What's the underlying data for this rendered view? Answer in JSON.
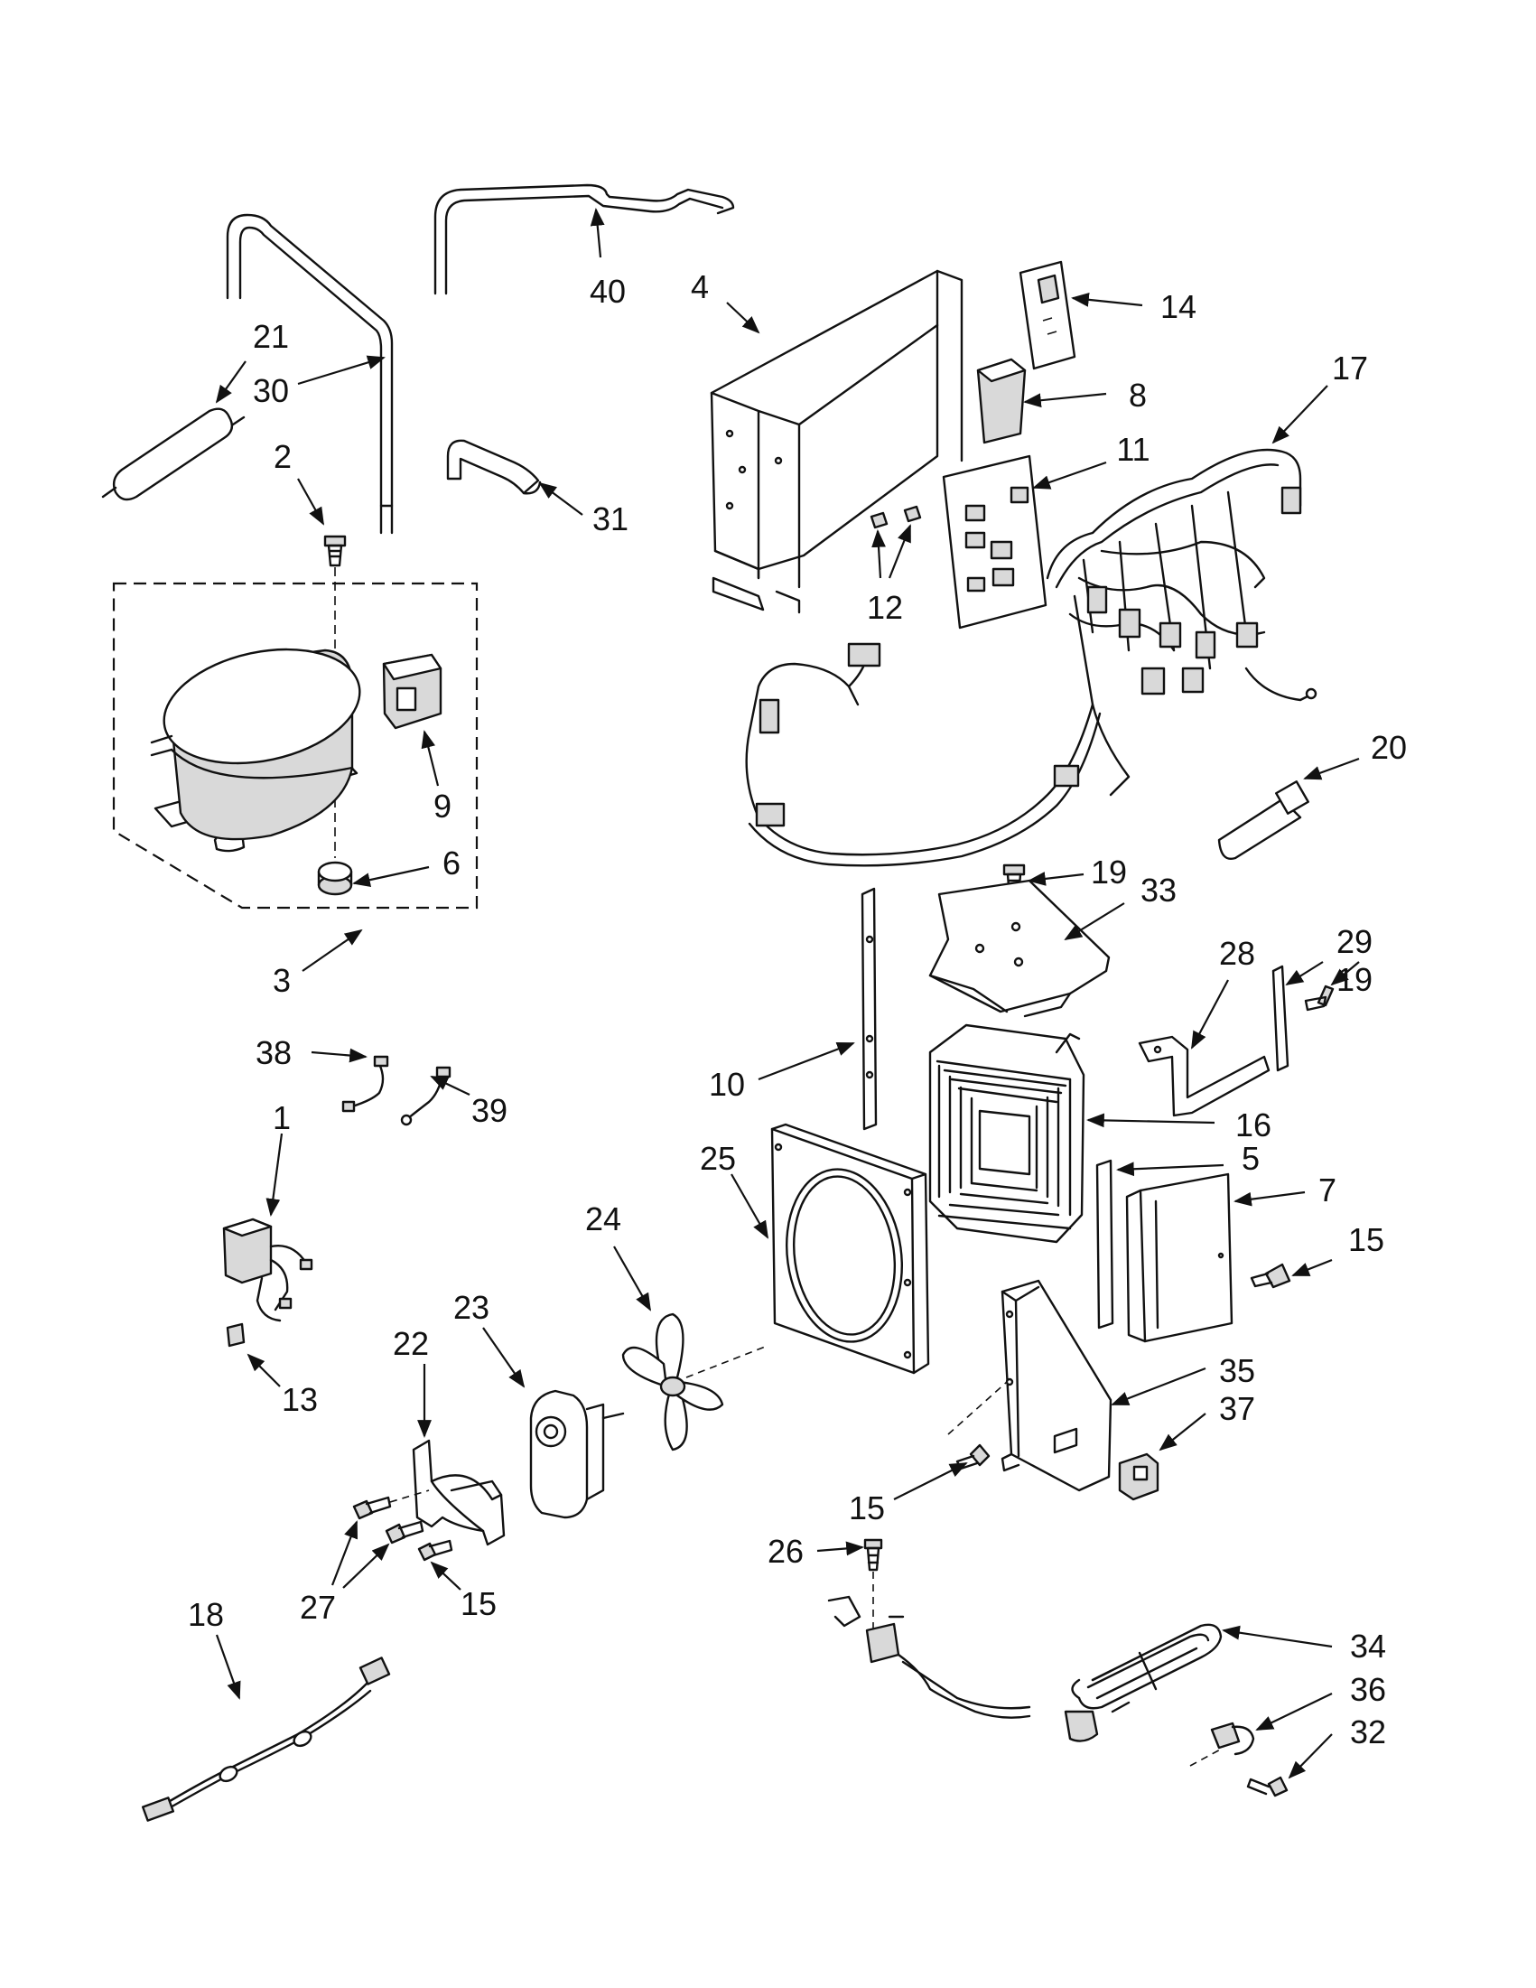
{
  "callouts": [
    {
      "id": "40",
      "label": "40"
    },
    {
      "id": "4",
      "label": "4"
    },
    {
      "id": "21",
      "label": "21"
    },
    {
      "id": "30",
      "label": "30"
    },
    {
      "id": "14",
      "label": "14"
    },
    {
      "id": "17",
      "label": "17"
    },
    {
      "id": "8",
      "label": "8"
    },
    {
      "id": "2",
      "label": "2"
    },
    {
      "id": "11",
      "label": "11"
    },
    {
      "id": "31",
      "label": "31"
    },
    {
      "id": "12",
      "label": "12"
    },
    {
      "id": "9",
      "label": "9"
    },
    {
      "id": "20",
      "label": "20"
    },
    {
      "id": "6",
      "label": "6"
    },
    {
      "id": "19a",
      "label": "19"
    },
    {
      "id": "33",
      "label": "33"
    },
    {
      "id": "3",
      "label": "3"
    },
    {
      "id": "28",
      "label": "28"
    },
    {
      "id": "29",
      "label": "29"
    },
    {
      "id": "19b",
      "label": "19"
    },
    {
      "id": "38",
      "label": "38"
    },
    {
      "id": "10",
      "label": "10"
    },
    {
      "id": "39",
      "label": "39"
    },
    {
      "id": "1",
      "label": "1"
    },
    {
      "id": "16",
      "label": "16"
    },
    {
      "id": "25",
      "label": "25"
    },
    {
      "id": "5",
      "label": "5"
    },
    {
      "id": "7",
      "label": "7"
    },
    {
      "id": "24",
      "label": "24"
    },
    {
      "id": "15a",
      "label": "15"
    },
    {
      "id": "23",
      "label": "23"
    },
    {
      "id": "22",
      "label": "22"
    },
    {
      "id": "13",
      "label": "13"
    },
    {
      "id": "35",
      "label": "35"
    },
    {
      "id": "37",
      "label": "37"
    },
    {
      "id": "15b",
      "label": "15"
    },
    {
      "id": "26",
      "label": "26"
    },
    {
      "id": "27",
      "label": "27"
    },
    {
      "id": "15c",
      "label": "15"
    },
    {
      "id": "18",
      "label": "18"
    },
    {
      "id": "34",
      "label": "34"
    },
    {
      "id": "36",
      "label": "36"
    },
    {
      "id": "32",
      "label": "32"
    }
  ]
}
